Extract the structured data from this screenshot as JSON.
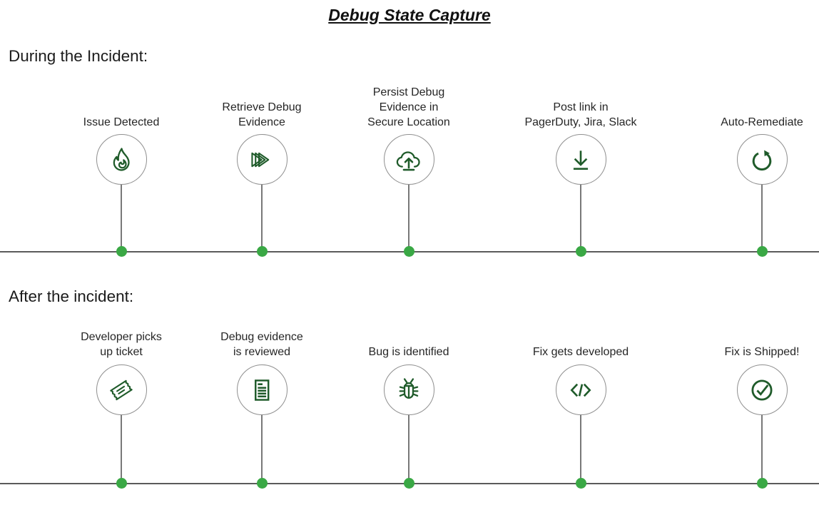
{
  "title": "Debug State Capture",
  "sections": [
    {
      "heading": "During the Incident:",
      "items": [
        {
          "label": "Issue Detected",
          "icon": "flame-icon"
        },
        {
          "label": "Retrieve Debug\nEvidence",
          "icon": "fast-forward-icon"
        },
        {
          "label": "Persist Debug\nEvidence in\nSecure Location",
          "icon": "cloud-upload-icon"
        },
        {
          "label": "Post link in\nPagerDuty, Jira, Slack",
          "icon": "download-icon"
        },
        {
          "label": "Auto-Remediate",
          "icon": "refresh-icon"
        }
      ]
    },
    {
      "heading": "After the incident:",
      "items": [
        {
          "label": "Developer picks\nup ticket",
          "icon": "ticket-icon"
        },
        {
          "label": "Debug evidence\nis reviewed",
          "icon": "document-icon"
        },
        {
          "label": "Bug is identified",
          "icon": "bug-icon"
        },
        {
          "label": "Fix gets developed",
          "icon": "code-icon"
        },
        {
          "label": "Fix is Shipped!",
          "icon": "check-circle-icon"
        }
      ]
    }
  ],
  "colors": {
    "icon_green": "#1f5b2a",
    "dot_green": "#3aa845",
    "timeline_gray": "#5b5b5b",
    "stem_gray": "#787878",
    "circle_border_gray": "#8f8f8f",
    "text": "#262626"
  }
}
